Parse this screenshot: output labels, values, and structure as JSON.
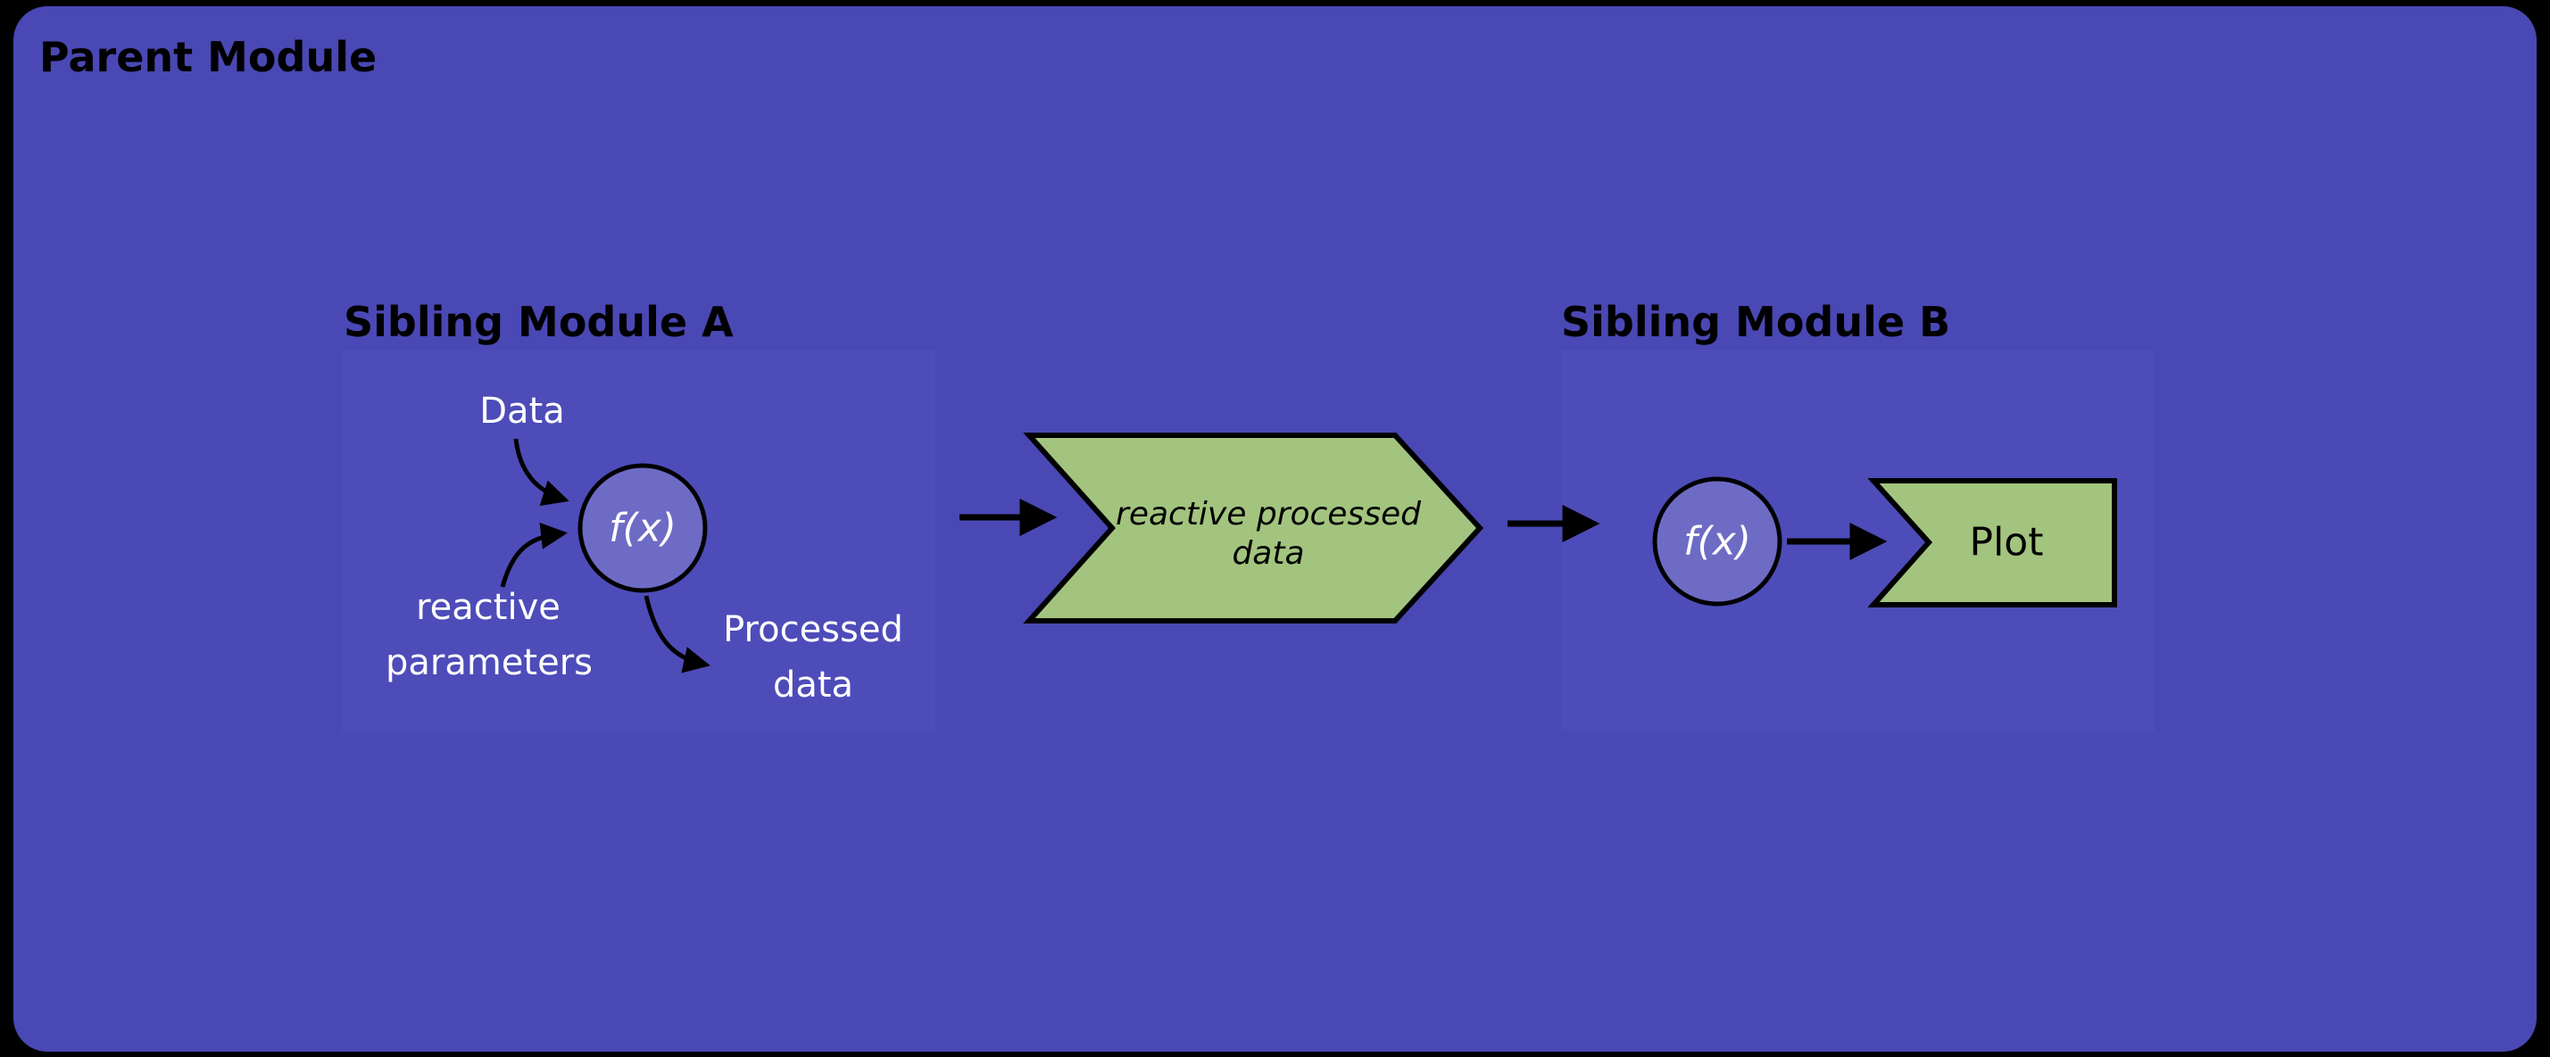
{
  "diagram": {
    "parent": {
      "title": "Parent Module"
    },
    "module_a": {
      "title": "Sibling Module A",
      "input_label": "Data",
      "fx_label": "f(x)",
      "reactive_params_line1": "reactive",
      "reactive_params_line2": "parameters",
      "processed_line1": "Processed",
      "processed_line2": "data"
    },
    "flow_banner": {
      "line1": "reactive processed",
      "line2": "data"
    },
    "module_b": {
      "title": "Sibling Module B",
      "fx_label": "f(x)",
      "plot_label": "Plot"
    },
    "colors": {
      "page_background": "#000000",
      "parent_fill": "#4a48b4",
      "module_panel_fill": "#5250bd",
      "node_circle_fill": "#6e6bc5",
      "green_shape_fill": "#a3c47e",
      "edge_stroke": "#000000",
      "heading_text": "#000000",
      "label_text": "#ffffff"
    }
  }
}
